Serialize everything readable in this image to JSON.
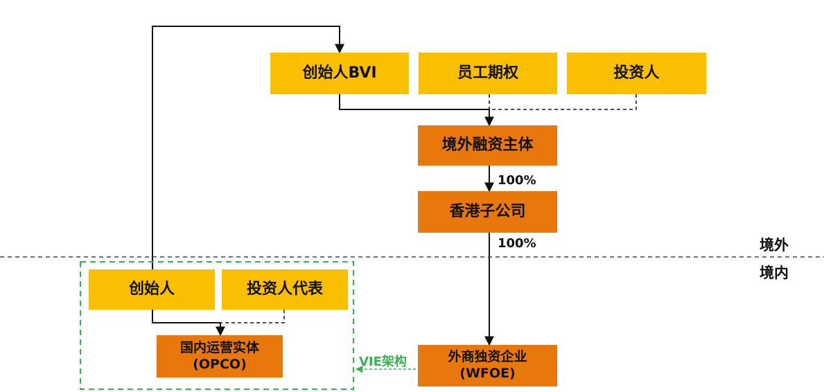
{
  "colors": {
    "top_box": "#FAC000",
    "entity_box": "#E9780C",
    "vie_green": "#37B24D",
    "line": "#111111",
    "divider": "#444444"
  },
  "boxes": {
    "founder_bvi": "创始人BVI",
    "employee_options": "员工期权",
    "investor": "投资人",
    "offshore_financing_entity": "境外融资主体",
    "hk_subsidiary": "香港子公司",
    "founder": "创始人",
    "investor_representative": "投资人代表",
    "opco_line1": "国内运营实体",
    "opco_line2": "(OPCO)",
    "wfoe_line1": "外商独资企业",
    "wfoe_line2": "(WFOE)"
  },
  "ownership": {
    "offshore_to_hk": "100%",
    "hk_to_wfoe": "100%"
  },
  "regions": {
    "offshore": "境外",
    "onshore": "境内"
  },
  "vie_label": "VIE架构"
}
